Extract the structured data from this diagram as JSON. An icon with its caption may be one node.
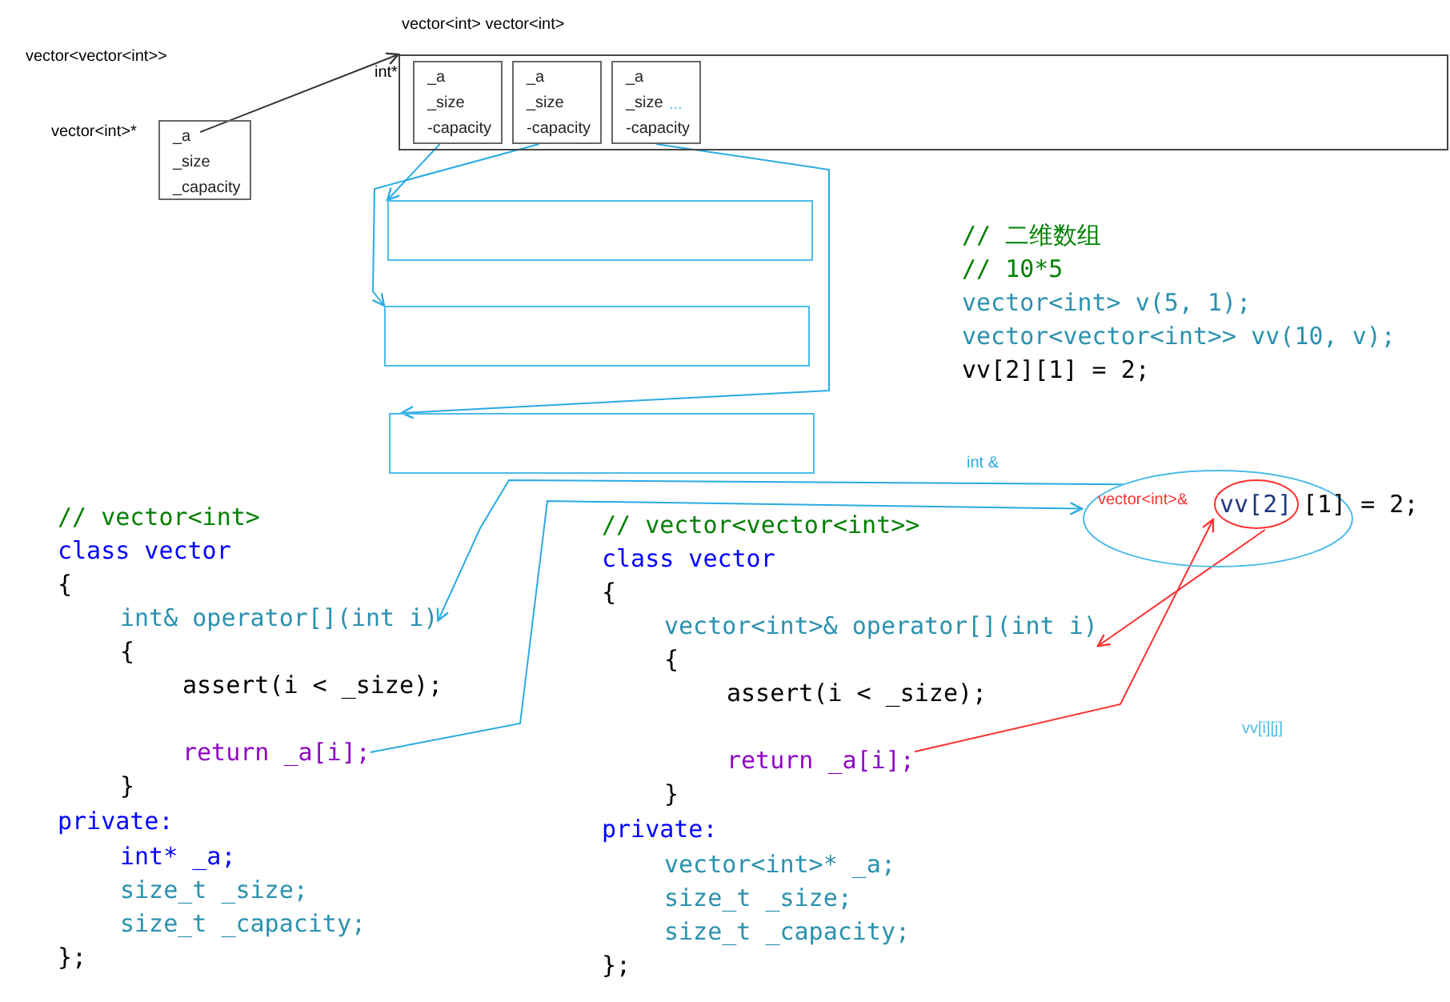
{
  "diagram": {
    "nodes": [
      {
        "text": [
          "vector<int> vector<int>"
        ],
        "beside": [
          "int*"
        ]
      },
      {
        "text": [
          "_a",
          "_size",
          "-capacity"
        ],
        "in": 0
      },
      {
        "text": [
          "_a",
          "_size",
          "-capacity"
        ],
        "in": 0
      },
      {
        "text": [
          "_a",
          "_size",
          "-capacity"
        ],
        "in": 0
      },
      {
        "text": [
          "_a",
          "_size",
          "_capacity"
        ],
        "beside": [
          "vector<int>*"
        ]
      },
      {
        "text": [],
        "shape": "box"
      },
      {
        "text": [],
        "shape": "box"
      },
      {
        "text": [],
        "shape": "box"
      },
      {
        "text": [
          "vector<int>&"
        ]
      },
      {
        "text": [
          "vv[2]"
        ],
        "in": 8,
        "beside": [
          "[1] = 2;"
        ]
      },
      {
        "text": [
          "int& operator[](int i)"
        ]
      },
      {
        "text": [
          "return _a[i];"
        ]
      },
      {
        "text": [
          "vector<int>& operator[](int i)"
        ]
      },
      {
        "text": [
          "return _a[i];"
        ]
      }
    ],
    "edges": [
      {
        "from": 4,
        "to": 0,
        "arrow": "to",
        "color": "#333333"
      },
      {
        "from": 1,
        "to": 5,
        "arrow": "to"
      },
      {
        "from": 2,
        "to": 6,
        "arrow": "to"
      },
      {
        "from": 3,
        "to": 7,
        "arrow": "to"
      },
      {
        "from": 11,
        "to": 8,
        "arrow": "to",
        "label": "int &"
      },
      {
        "from": 8,
        "to": 10,
        "arrow": "to"
      },
      {
        "from": 13,
        "to": 9,
        "arrow": "to",
        "color": "#ff3030"
      },
      {
        "from": 9,
        "to": 12,
        "arrow": "to",
        "color": "#ff3030"
      }
    ],
    "labels": [
      "vector<vector<int>>",
      "...",
      "// 二维数组",
      "// 10*5",
      "vector<int> v(5, 1);",
      "vector<vector<int>> vv(10, v);",
      "vv[2][1] = 2;",
      "vv[i][j]",
      "// vector<int>",
      "class vector",
      "{",
      "{",
      "assert(i < _size);",
      "}",
      "private:",
      "int* _a;",
      "size_t _size;",
      "size_t _capacity;",
      "};",
      "// vector<vector<int>>",
      "class vector",
      "{",
      "{",
      "assert(i < _size);",
      "}",
      "private:",
      "vector<int>* _a;",
      "size_t _size;",
      "size_t _capacity;",
      "};"
    ]
  }
}
